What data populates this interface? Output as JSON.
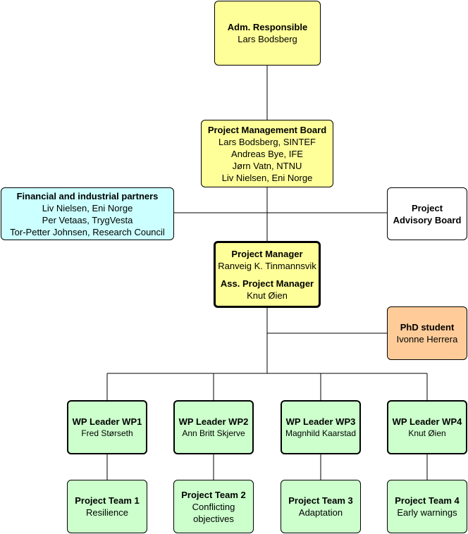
{
  "adm": {
    "title": "Adm. Responsible",
    "name": "Lars Bodsberg"
  },
  "pmb": {
    "title": "Project Management Board",
    "members": [
      "Lars Bodsberg, SINTEF",
      "Andreas Bye, IFE",
      "Jørn Vatn, NTNU",
      "Liv Nielsen, Eni Norge"
    ]
  },
  "partners": {
    "title": "Financial and industrial partners",
    "members": [
      "Liv Nielsen, Eni Norge",
      "Per Vetaas, TrygVesta",
      "Tor-Petter Johnsen, Research Council"
    ]
  },
  "advisory": {
    "line1": "Project",
    "line2": "Advisory Board"
  },
  "pm": {
    "title": "Project Manager",
    "name": "Ranveig K. Tinmannsvik",
    "ass_title": "Ass. Project Manager",
    "ass_name": "Knut Øien"
  },
  "phd": {
    "title": "PhD student",
    "name": "Ivonne Herrera"
  },
  "wp_leaders": [
    {
      "title": "WP Leader WP1",
      "name": "Fred Størseth"
    },
    {
      "title": "WP Leader WP2",
      "name": "Ann Britt Skjerve"
    },
    {
      "title": "WP Leader WP3",
      "name": "Magnhild Kaarstad"
    },
    {
      "title": "WP Leader WP4",
      "name": "Knut Øien"
    }
  ],
  "teams": [
    {
      "title": "Project Team 1",
      "line1": "Resilience",
      "line2": ""
    },
    {
      "title": "Project Team 2",
      "line1": "Conflicting",
      "line2": "objectives"
    },
    {
      "title": "Project Team 3",
      "line1": "Adaptation",
      "line2": ""
    },
    {
      "title": "Project Team 4",
      "line1": "Early warnings",
      "line2": ""
    }
  ],
  "colors": {
    "yellow": "#ffff99",
    "cyan": "#ccffff",
    "orange": "#ffcc99",
    "green": "#ccffcc",
    "line": "#000000"
  }
}
